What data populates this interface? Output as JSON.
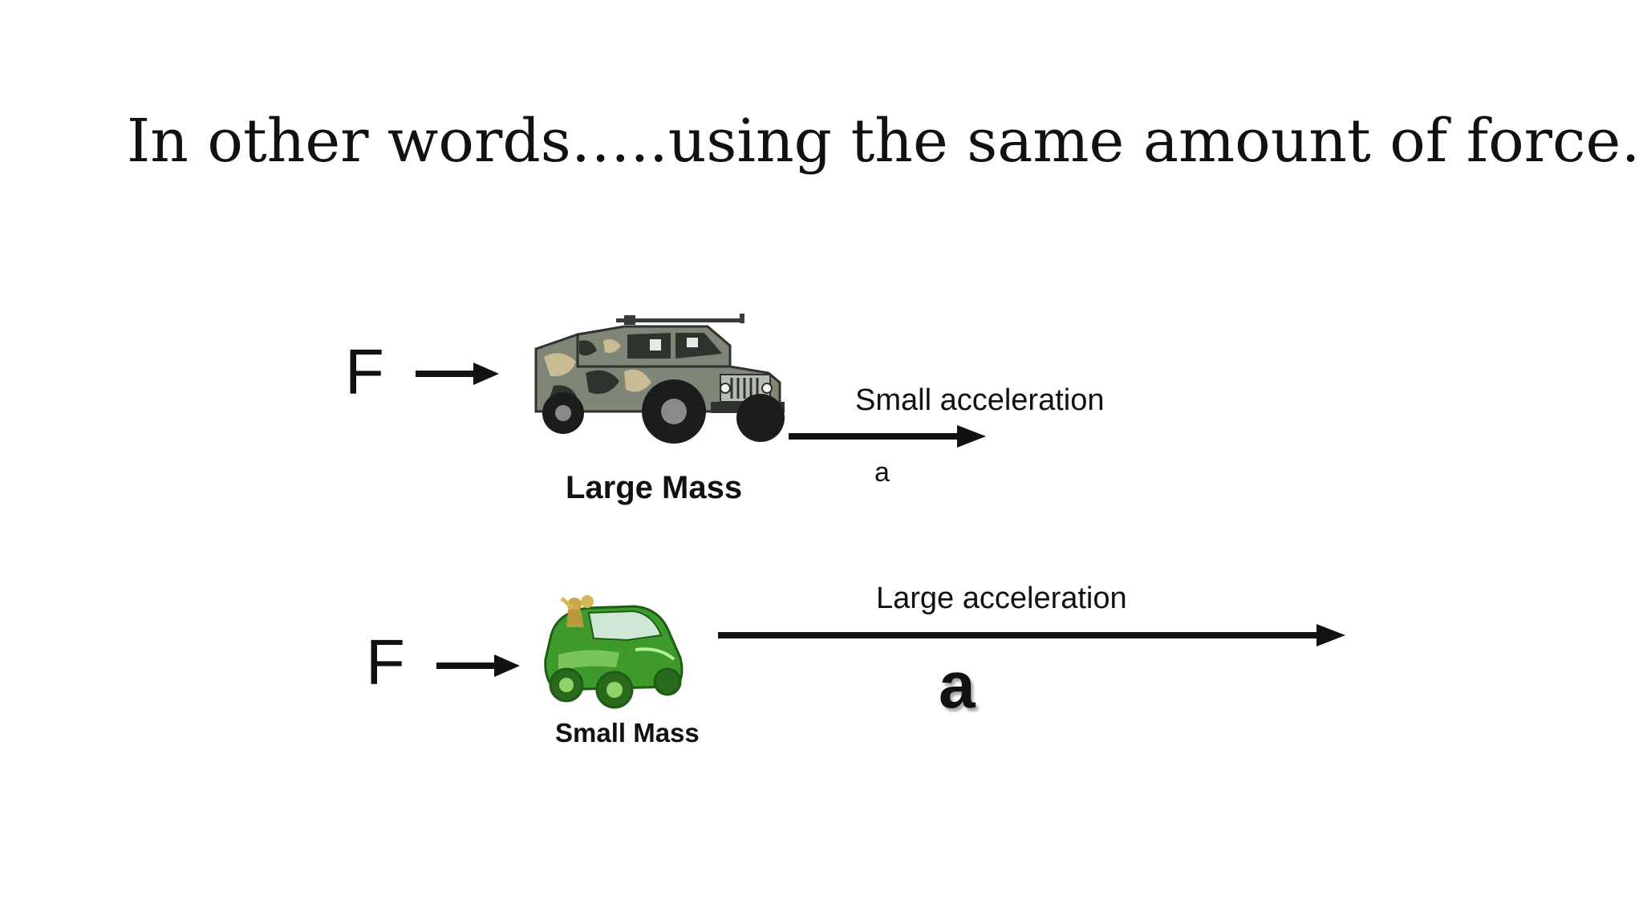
{
  "slide": {
    "title": "In other words…..using the same amount of force…."
  },
  "top_row": {
    "force_label": "F",
    "mass_label": "Large Mass",
    "acceleration_label": "Small acceleration",
    "acceleration_symbol": "a",
    "vehicle_icon": "military-humvee-icon",
    "colors": {
      "camo_dark": "#2f332e",
      "camo_mid": "#7f8678",
      "camo_light": "#c9bc95"
    }
  },
  "bottom_row": {
    "force_label": "F",
    "mass_label": "Small Mass",
    "acceleration_label": "Large acceleration",
    "acceleration_symbol": "a",
    "vehicle_icon": "green-smart-car-icon",
    "colors": {
      "car_green": "#3f9a2c",
      "car_light": "#8fd36a"
    }
  }
}
